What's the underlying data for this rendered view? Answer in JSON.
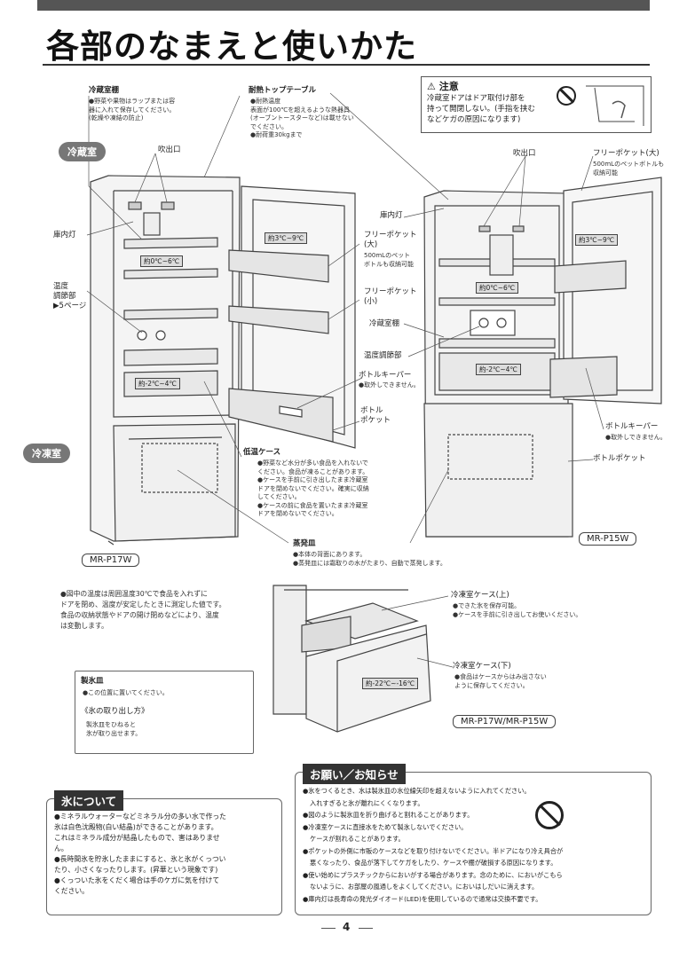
{
  "title": "各部のなまえと使いかた",
  "caution": {
    "heading": "注意",
    "lines": [
      "冷蔵室ドアはドア取付け部を",
      "持って開閉しない。(手指を挟む",
      "などケガの原因になります)"
    ]
  },
  "labels": {
    "reizoshitsu_tana": "冷蔵室棚",
    "tana_note": [
      "●野菜や果物はラップまたは容",
      "器に入れて保存してください。",
      "(乾燥や凍結の防止)"
    ],
    "top_table": "耐熱トップテーブル",
    "top_note": [
      "●耐熱温度",
      "表面が100℃を超えるような熱器具",
      "(オーブントースターなど)は載せない",
      "でください。",
      "●耐荷重30kgまで"
    ],
    "fukidashi_left": "吹出口",
    "fukidashi_right": "吹出口",
    "free_pocket_big_right": "フリーポケット(大)",
    "free_pocket_big_right_note": [
      "500mLのペットボトルも",
      "収納可能"
    ],
    "konaito_left": "庫内灯",
    "konaito_mid": "庫内灯",
    "free_pocket_big": "フリーポケット",
    "free_pocket_big_sub": "(大)",
    "free_pocket_big_note": [
      "500mLのペット",
      "ボトルも収納可能"
    ],
    "free_pocket_small": "フリーポケット",
    "free_pocket_small_sub": "(小)",
    "ondo_left": [
      "温度",
      "調節部",
      "▶5ページ"
    ],
    "reizoshitsu_tana_mid": "冷蔵室棚",
    "ondo_mid": "温度調節部",
    "bottle_keeper_mid": "ボトルキーパー",
    "bottle_keeper_mid_note": "●取外しできません。",
    "bottle_pocket_mid": [
      "ボトル",
      "ポケット"
    ],
    "bottle_keeper_right": "ボトルキーパー",
    "bottle_keeper_right_note": "●取外しできません。",
    "bottle_pocket_right": "ボトルポケット",
    "teion_case": "低温ケース",
    "teion_note": [
      "●野菜など水分が多い食品を入れないで",
      "ください。食品が凍ることがあります。",
      "●ケースを手前に引き出したまま冷蔵室",
      "ドアを閉めないでください。確実に収納",
      "してください。",
      "●ケースの前に食品を置いたまま冷蔵室",
      "ドアを閉めないでください。"
    ],
    "johatsuzara": "蒸発皿",
    "johatsu_note": [
      "●本体の背面にあります。",
      "●蒸発皿には霜取りの水がたまり、自動で蒸発します。"
    ],
    "reitou_case_top": "冷凍室ケース(上)",
    "reitou_case_top_note": [
      "●できた氷を保存可能。",
      "●ケースを手前に引き出してお使いください。"
    ],
    "reitou_case_bottom": "冷凍室ケース(下)",
    "reitou_case_bottom_note": [
      "●食品はケースからはみ出さない",
      "ように保存してください。"
    ],
    "seihyozara": "製氷皿",
    "seihyo_note": "●この位置に置いてください。",
    "koori_dashi": "《氷の取り出し方》",
    "koori_dashi_note": [
      "製氷皿をひねると",
      "氷が取り出せます。"
    ]
  },
  "pills": {
    "reizo": "冷蔵室",
    "reito": "冷凍室"
  },
  "temps": {
    "door_left": "約3℃~9℃",
    "shelf_left": "約0℃~6℃",
    "low_left": "約-2℃~4℃",
    "door_right": "約3℃~9℃",
    "shelf_right": "約0℃~6℃",
    "low_right": "約-2℃~4℃",
    "freezer": "約-22℃~-16℃"
  },
  "models": {
    "left": "MR-P17W",
    "right": "MR-P15W",
    "freezer": "MR-P17W/MR-P15W"
  },
  "temp_note": [
    "●図中の温度は周囲温度30℃で食品を入れずに",
    "ドアを閉め、温度が安定したときに測定した値です。",
    "食品の収納状態やドアの開け閉めなどにより、温度",
    "は変動します。"
  ],
  "ice_box": {
    "heading": "氷について",
    "lines": [
      "●ミネラルウォーターなどミネラル分の多い水で作った",
      "氷は白色沈殿物(白い結晶)ができることがあります。",
      "これはミネラル成分が結晶したもので、害はありませ",
      "ん。",
      "●長時間氷を貯氷したままにすると、氷と氷がくっつい",
      "たり、小さくなったりします。(昇華という現象です)",
      "●くっついた氷をくだく場合は手のケガに気を付けて",
      "ください。"
    ]
  },
  "notice_box": {
    "heading": "お願い／お知らせ",
    "lines": [
      "●氷をつくるとき、水は製氷皿の水位線矢印を超えないように入れてください。",
      "入れすぎると氷が離れにくくなります。",
      "●図のように製氷皿を折り曲げると割れることがあります。",
      "●冷凍室ケースに直接水をためて製氷しないでください。",
      "ケースが割れることがあります。",
      "●ポケットの外側に市販のケースなどを取り付けないでください。半ドアになり冷え具合が",
      "悪くなったり、食品が落下してケガをしたり、ケースや棚が破損する原因になります。",
      "●使い始めにプラスチックからにおいがする場合があります。念のために、においがこもら",
      "ないように、お部屋の風通しをよくしてください。においはしだいに消えます。",
      "●庫内灯は長寿命の発光ダイオード(LED)を使用しているので通常は交換不要です。"
    ]
  },
  "page_number": "4"
}
